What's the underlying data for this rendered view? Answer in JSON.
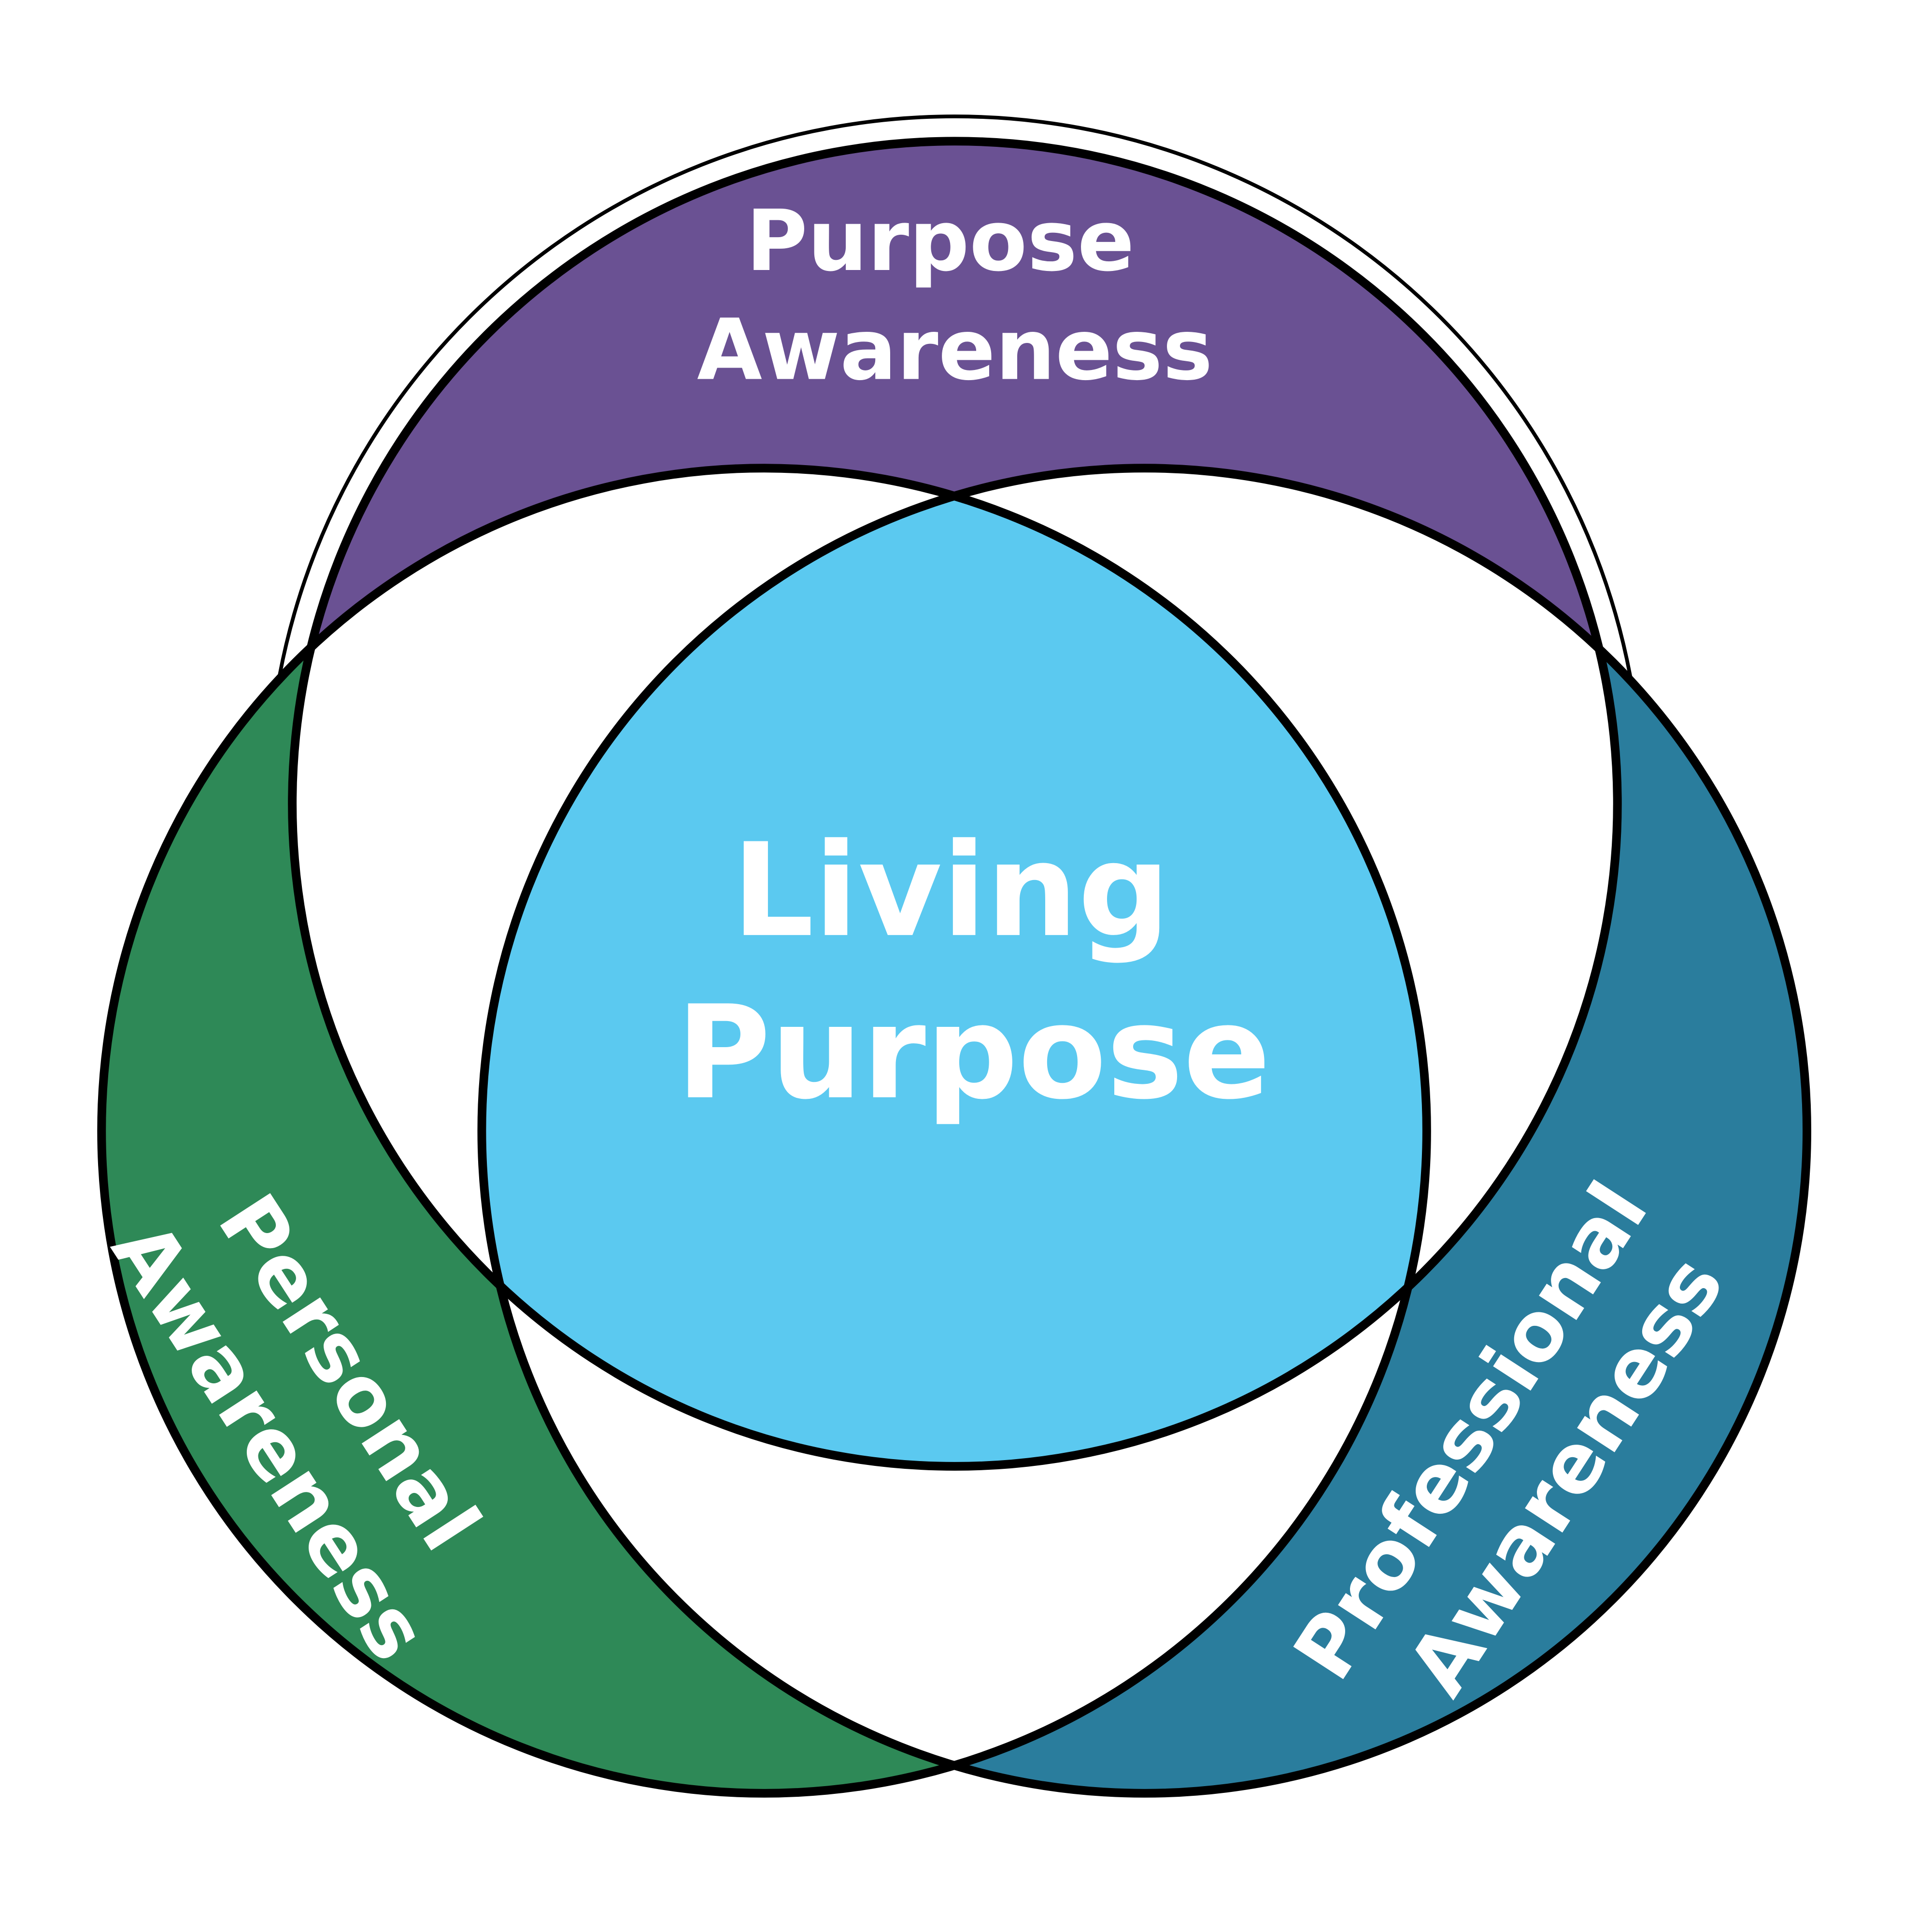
{
  "diagram": {
    "center": {
      "lines": [
        "Living",
        "Purpose"
      ],
      "color": "#5bc9f0"
    },
    "purpose": {
      "lines": [
        "Purpose",
        "Awareness"
      ],
      "color": "#6a5193"
    },
    "personal": {
      "lines": [
        "Personal",
        "Awareness"
      ],
      "color": "#2e8957"
    },
    "professional": {
      "lines": [
        "Professional",
        "Awareness"
      ],
      "color": "#2a7d9d"
    },
    "outline_color": "#000000"
  }
}
